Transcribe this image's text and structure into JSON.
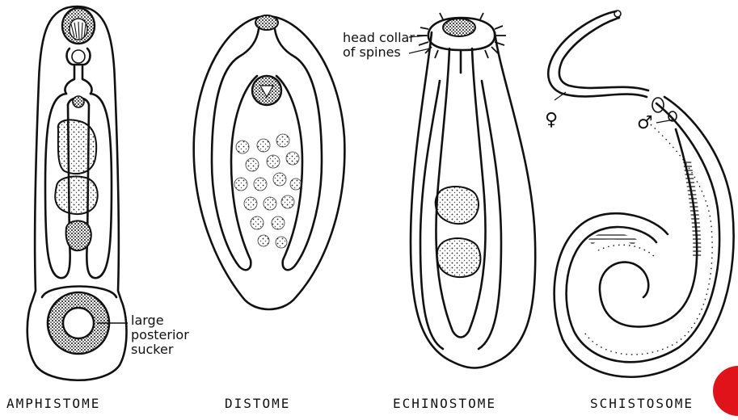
{
  "labels": {
    "amphistome": "AMPHISTOME",
    "distome": "DISTOME",
    "echinostome": "ECHINOSTOME",
    "schistosome": "SCHISTOSOME"
  },
  "annotations": {
    "posterior_sucker": [
      "large",
      "posterior",
      "sucker"
    ],
    "head_collar": [
      "head collar",
      "of spines"
    ]
  },
  "symbols": {
    "female": "♀",
    "male": "♂"
  },
  "colors": {
    "ink": "#111111",
    "background": "#ffffff",
    "marker": "#e0131a"
  }
}
